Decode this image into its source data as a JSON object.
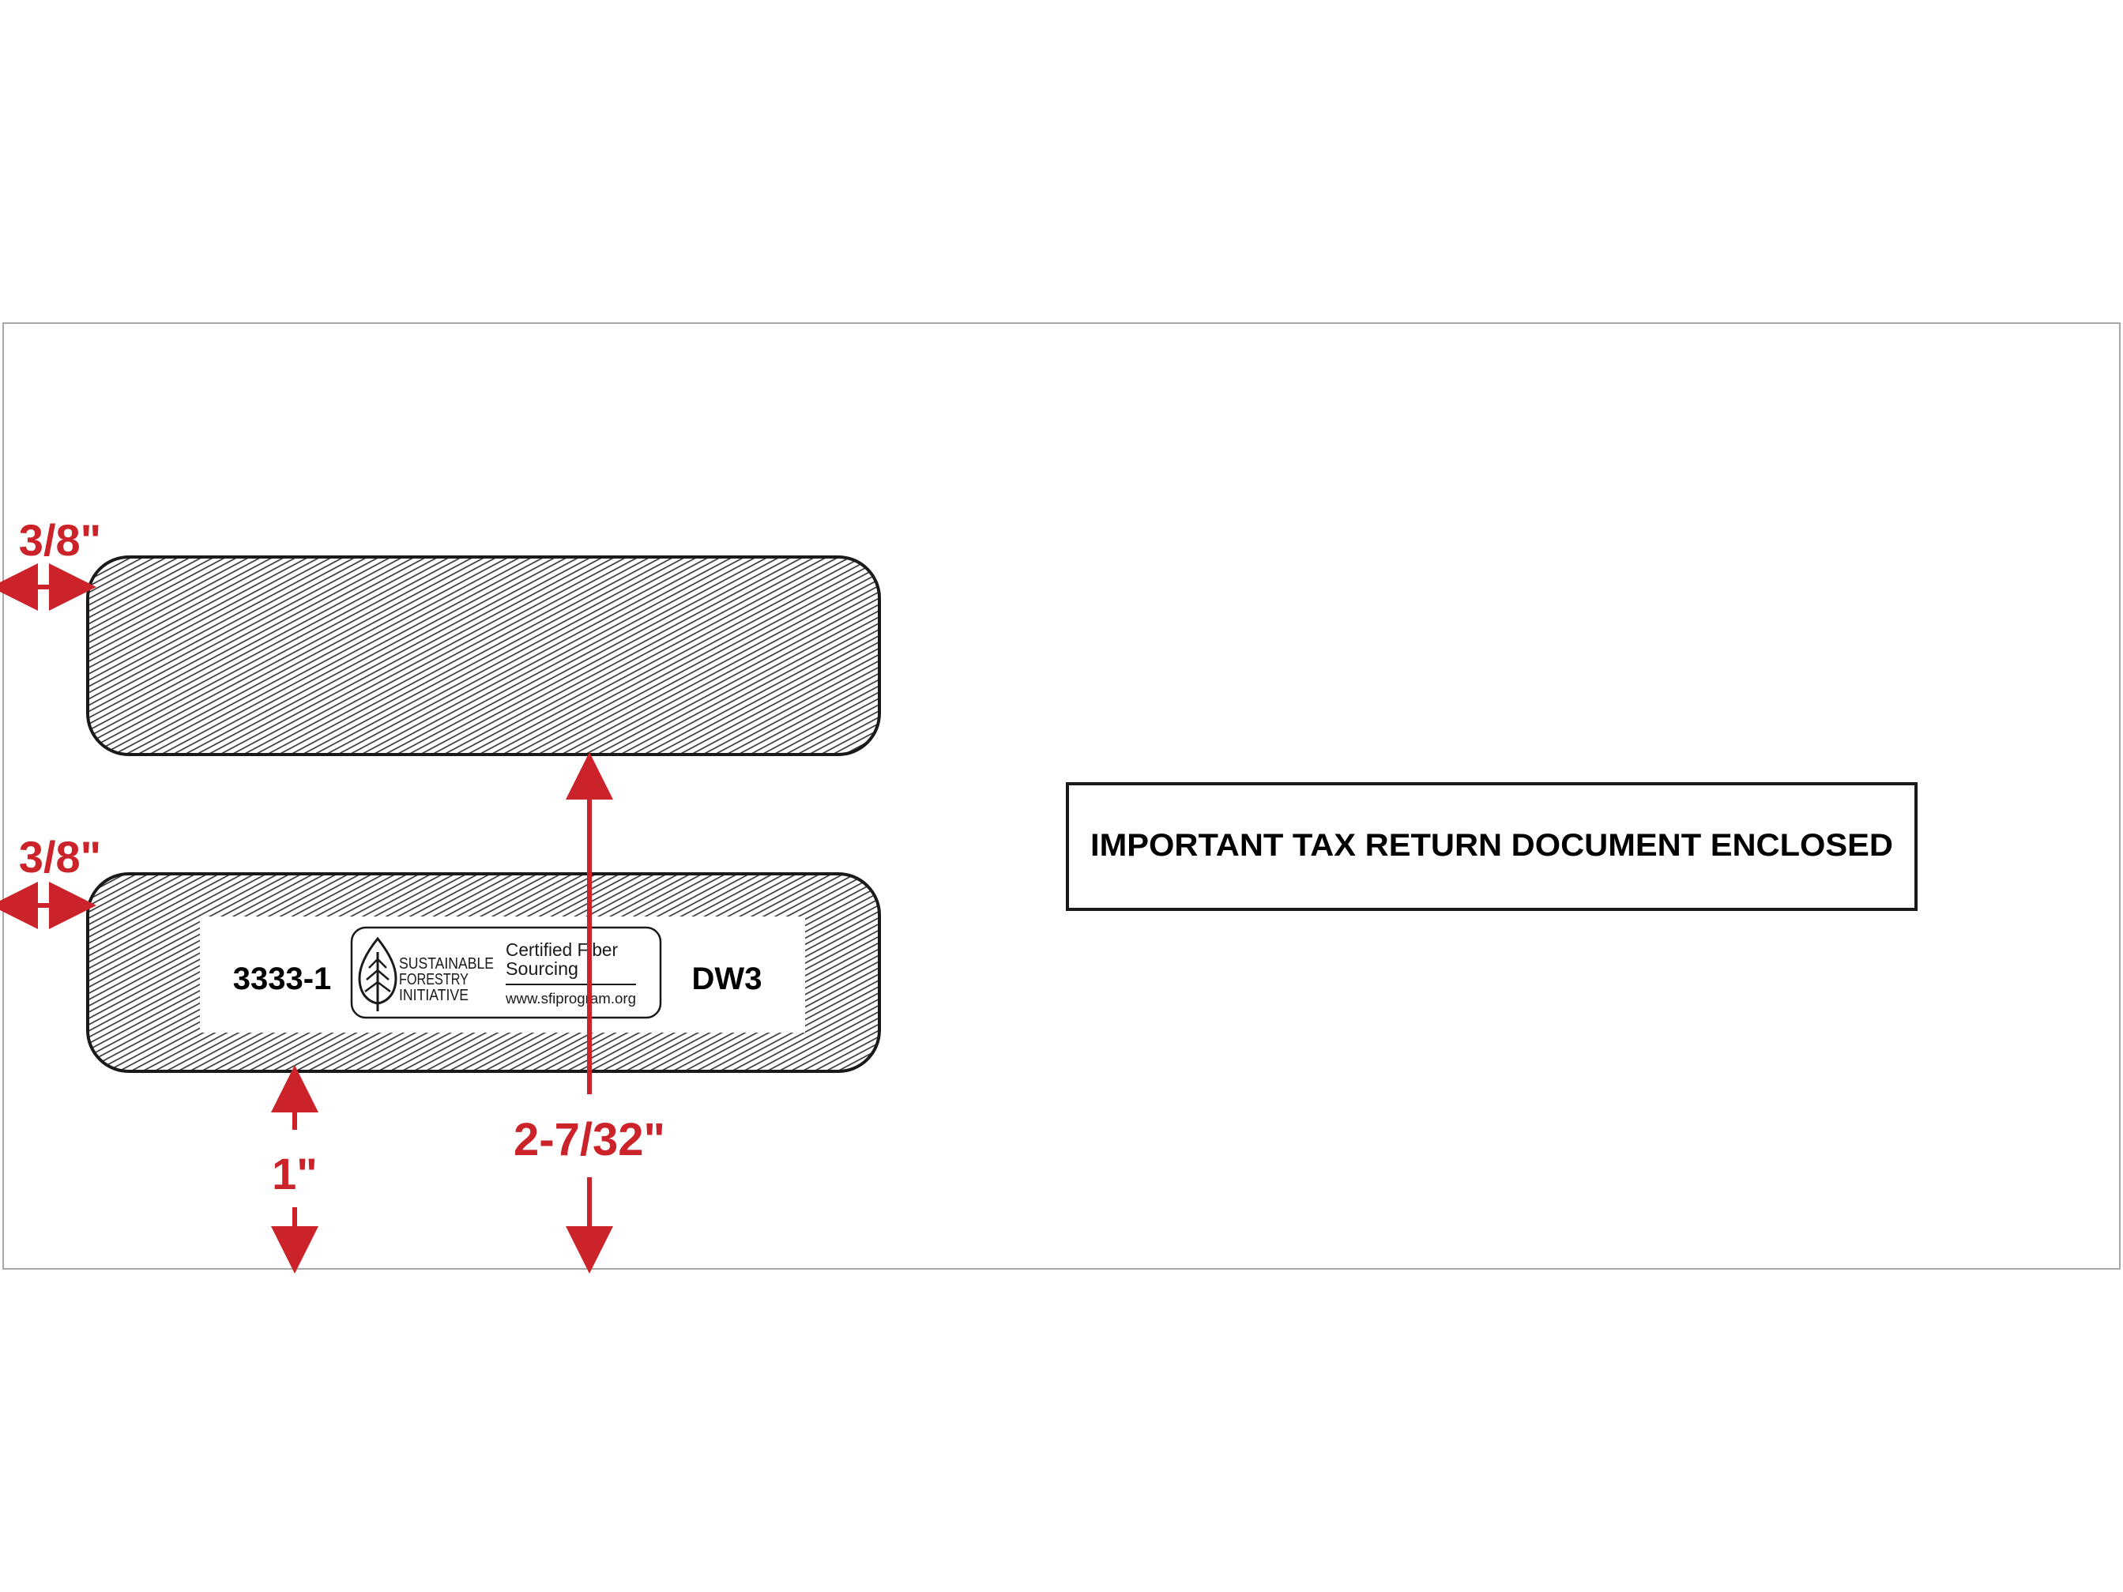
{
  "envelope": {
    "stamp_text": "IMPORTANT TAX RETURN DOCUMENT ENCLOSED"
  },
  "dimensions": {
    "top_window_left_margin": "3/8\"",
    "bottom_window_left_margin": "3/8\"",
    "bottom_window_bottom_margin": "1\"",
    "top_window_bottom_height": "2-7/32\""
  },
  "print_band": {
    "form_number": "3333-1",
    "style_code": "DW3"
  },
  "sfi_logo": {
    "line1": "SUSTAINABLE",
    "line2": "FORESTRY",
    "line3": "INITIATIVE",
    "cert_line1": "Certified Fiber",
    "cert_line2": "Sourcing",
    "url": "www.sfiprogram.org"
  },
  "colors": {
    "dimension_red": "#cc2229",
    "outline": "#1a1a1a",
    "envelope_border": "#a8a8a8"
  }
}
